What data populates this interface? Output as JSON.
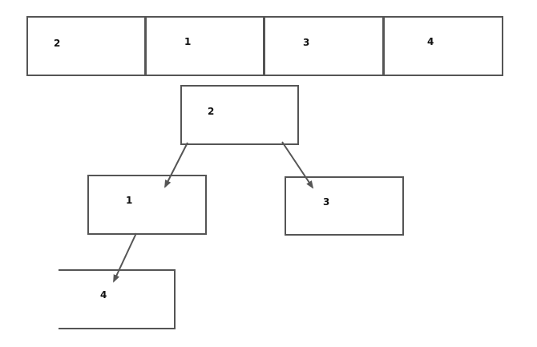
{
  "array": {
    "cells": [
      "2",
      "1",
      "3",
      "4"
    ]
  },
  "tree": {
    "root": "2",
    "left": "1",
    "right": "3",
    "left_left": "4"
  },
  "colors": {
    "box_stroke": "#555555",
    "edge": "#555555",
    "text": "#111111"
  }
}
